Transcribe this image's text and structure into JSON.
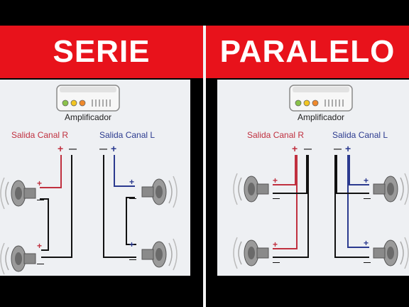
{
  "left": {
    "title": "SERIE",
    "amp_label": "Amplificador",
    "channel_r": "Salida Canal R",
    "channel_l": "Salida Canal L",
    "plus": "+",
    "minus": "—"
  },
  "right": {
    "title": "PARALELO",
    "amp_label": "Amplificador",
    "channel_r": "Salida Canal R",
    "channel_l": "Salida Canal L",
    "plus": "+",
    "minus": "—"
  },
  "colors": {
    "header_red": "#e8121b",
    "wire_red": "#c0303f",
    "wire_blue": "#2b3a8f",
    "wire_black": "#111111",
    "led_green": "#8bc34a",
    "led_yellow": "#f3c623",
    "led_orange": "#f0892c"
  }
}
